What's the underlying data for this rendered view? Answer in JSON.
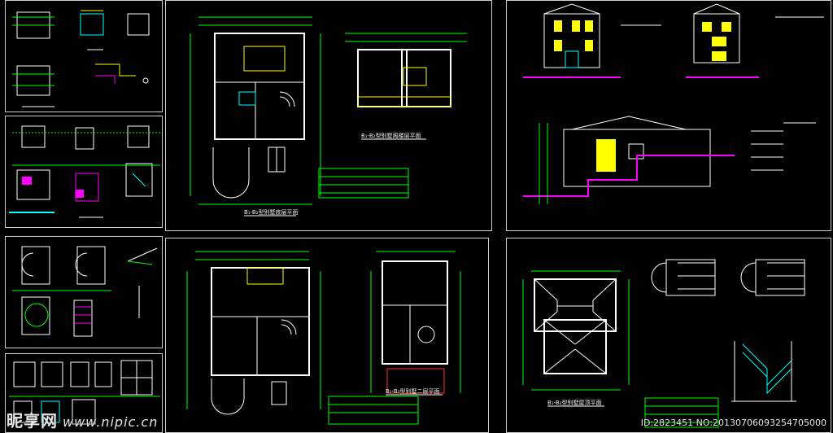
{
  "watermark": {
    "brand": "昵享网",
    "url": "www.nipic.cn"
  },
  "image_id_text": "ID:2823451 NO:20130706093254705000",
  "sheets": {
    "first_floor_plan": {
      "caption": "B₁-B₂型别墅底层平面"
    },
    "attic_plan": {
      "caption": "B₁-B₂型别墅阁楼层平面"
    },
    "second_floor_plan": {
      "caption": "B₁-B₂型别墅二层平面"
    },
    "roof_plan": {
      "caption": "B₁-B₂型别墅屋顶平面"
    }
  },
  "colors": {
    "wall": "#ffffff",
    "grid": "#00ff00",
    "dimension": "#ffff00",
    "accent_cyan": "#00ffff",
    "accent_magenta": "#ff00ff",
    "accent_red": "#ff3030"
  }
}
